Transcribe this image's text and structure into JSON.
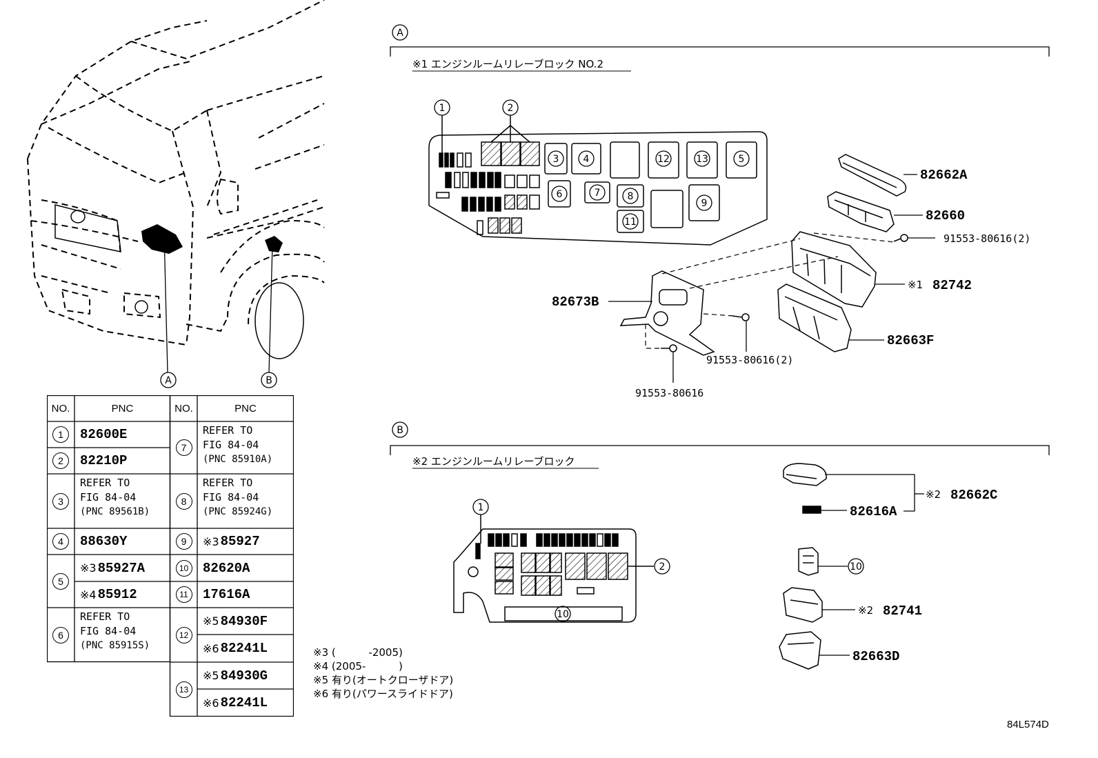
{
  "sections": {
    "A": {
      "label": "A",
      "title": "※1 エンジンルームリレーブロック NO.2"
    },
    "B": {
      "label": "B",
      "title": "※2 エンジンルームリレーブロック"
    }
  },
  "vehicle": {
    "callout_a": "A",
    "callout_b": "B"
  },
  "block_a": {
    "callouts": [
      "1",
      "2",
      "3",
      "4",
      "12",
      "13",
      "5",
      "6",
      "7",
      "8",
      "9",
      "11"
    ]
  },
  "block_b": {
    "callouts": [
      "1",
      "2",
      "10"
    ]
  },
  "parts_a": {
    "p82662A": "82662A",
    "p82660": "82660",
    "bolt_top": "91553-80616(2)",
    "p82742_mark": "※1",
    "p82742": "82742",
    "p82673B": "82673B",
    "p82663F": "82663F",
    "bolt_mid": "91553-80616(2)",
    "bolt_low": "91553-80616"
  },
  "parts_b": {
    "p82662C_mark": "※2",
    "p82662C": "82662C",
    "p82616A": "82616A",
    "callout_10": "10",
    "p82741_mark": "※2",
    "p82741": "82741",
    "p82663D": "82663D"
  },
  "table": {
    "headers": {
      "no": "NO.",
      "pnc": "PNC"
    },
    "left": [
      {
        "no": "1",
        "pnc": "82600E"
      },
      {
        "no": "2",
        "pnc": "82210P"
      },
      {
        "no": "3",
        "ref": [
          "REFER TO",
          "FIG 84-04",
          "(PNC 89561B)"
        ]
      },
      {
        "no": "4",
        "pnc": "88630Y"
      },
      {
        "no": "5",
        "rows": [
          {
            "mark": "※3",
            "pnc": "85927A"
          },
          {
            "mark": "※4",
            "pnc": "85912"
          }
        ]
      },
      {
        "no": "6",
        "ref": [
          "REFER TO",
          "FIG 84-04",
          "(PNC 85915S)"
        ]
      }
    ],
    "right": [
      {
        "no": "7",
        "ref": [
          "REFER TO",
          "FIG 84-04",
          "(PNC 85910A)"
        ]
      },
      {
        "no": "8",
        "ref": [
          "REFER TO",
          "FIG 84-04",
          "(PNC 85924G)"
        ]
      },
      {
        "no": "9",
        "mark": "※3",
        "pnc": "85927"
      },
      {
        "no": "10",
        "pnc": "82620A"
      },
      {
        "no": "11",
        "pnc": "17616A"
      },
      {
        "no": "12",
        "rows": [
          {
            "mark": "※5",
            "pnc": "84930F"
          },
          {
            "mark": "※6",
            "pnc": "82241L"
          }
        ]
      },
      {
        "no": "13",
        "rows": [
          {
            "mark": "※5",
            "pnc": "84930G"
          },
          {
            "mark": "※6",
            "pnc": "82241L"
          }
        ]
      }
    ]
  },
  "notes": [
    "※3 (          -2005)",
    "※4 (2005-          )",
    "※5 有り(オートクローザドア)",
    "※6 有り(パワースライドドア)"
  ],
  "figure_code": "84L574D"
}
